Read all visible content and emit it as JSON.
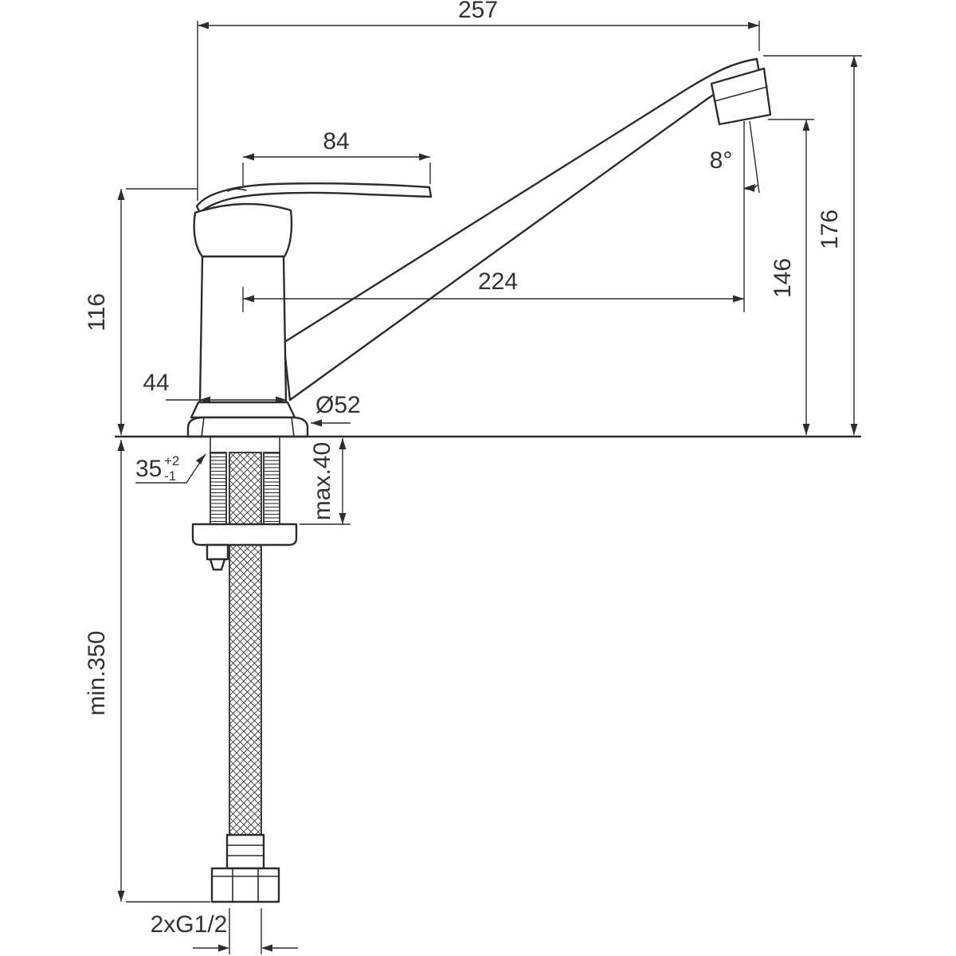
{
  "drawing": {
    "background": "#ffffff",
    "line_color": "#2d2d2d",
    "labels": {
      "overall_reach": "257",
      "handle_length": "84",
      "spout_reach": "224",
      "body_height": "116",
      "base_width": "44",
      "base_diameter": "Ø52",
      "deck_thickness_value": "35",
      "deck_thickness_tol_plus": "+2",
      "deck_thickness_tol_minus": "-1",
      "shank_clamp": "max.40",
      "outlet_height": "146",
      "overall_height": "176",
      "outlet_angle": "8°",
      "hose_min_length": "min.350",
      "connection_thread": "2xG1/2"
    }
  }
}
